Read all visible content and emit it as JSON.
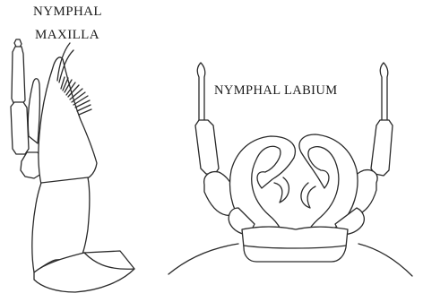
{
  "labels": {
    "maxilla_line1": "NYMPHAL",
    "maxilla_line2": "MAXILLA",
    "labium": "NYMPHAL LABIUM"
  },
  "parts": {
    "maxilla": [
      "palp",
      "galea",
      "lacinia",
      "stipes",
      "cardo"
    ],
    "labium": [
      "left-palp",
      "right-palp",
      "glossae",
      "mentum",
      "submentum"
    ]
  },
  "colors": {
    "ink": "#2a2a2a",
    "background": "#ffffff"
  }
}
